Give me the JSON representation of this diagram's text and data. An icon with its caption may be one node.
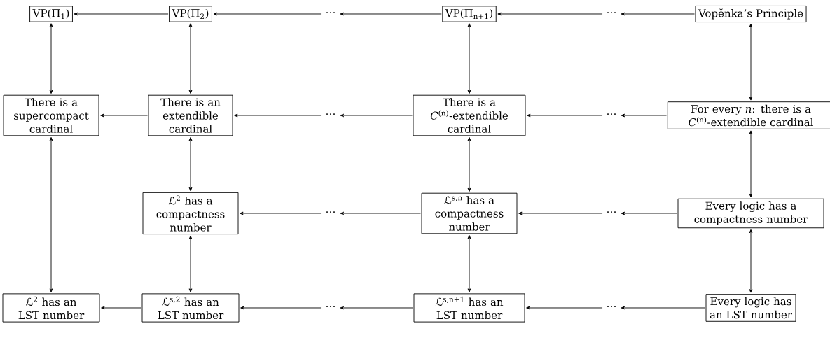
{
  "diagram": {
    "nodes": [
      {
        "text": [
          "VP(Π$_{1}$)"
        ]
      },
      {
        "text": [
          "VP(Π$_{2}$)"
        ]
      },
      {
        "text": [
          "⋯"
        ]
      },
      {
        "text": [
          "VP(Π$_{n+1}$)"
        ]
      },
      {
        "text": [
          "⋯"
        ]
      },
      {
        "text": [
          "Vopěnka’s Principle"
        ]
      },
      {
        "text": [
          "There is a supercompact cardinal"
        ]
      },
      {
        "text": [
          "There is an extendible cardinal"
        ]
      },
      {
        "text": [
          "⋯"
        ]
      },
      {
        "text": [
          "There is a *C*$^{(n)}$-extendible cardinal"
        ]
      },
      {
        "text": [
          "⋯"
        ]
      },
      {
        "text": [
          "For every *n*: there is a *C*$^{(n)}$-extendible cardinal"
        ]
      },
      {
        "text": [
          "ℒ$^{2}$ has a compactness number"
        ]
      },
      {
        "text": [
          "⋯"
        ]
      },
      {
        "text": [
          "ℒ$^{s,n}$ has a compactness number"
        ]
      },
      {
        "text": [
          "⋯"
        ]
      },
      {
        "text": [
          "Every logic has a compactness number"
        ]
      },
      {
        "text": [
          "ℒ$^{2}$ has an LST number"
        ]
      },
      {
        "text": [
          "ℒ$^{s,2}$ has an LST number"
        ]
      },
      {
        "text": [
          "⋯"
        ]
      },
      {
        "text": [
          "ℒ$^{s,n+1}$ has an LST number"
        ]
      },
      {
        "text": [
          "⋯"
        ]
      },
      {
        "text": [
          "Every logic has an LST number"
        ]
      }
    ],
    "edges": [
      {
        "from": 1,
        "to": 0,
        "arrow": "to"
      },
      {
        "from": 2,
        "to": 1,
        "arrow": "to"
      },
      {
        "from": 3,
        "to": 2,
        "arrow": "to"
      },
      {
        "from": 4,
        "to": 3,
        "arrow": "to"
      },
      {
        "from": 5,
        "to": 4,
        "arrow": "to"
      },
      {
        "from": 0,
        "to": 6,
        "arrow": "both"
      },
      {
        "from": 1,
        "to": 7,
        "arrow": "both"
      },
      {
        "from": 3,
        "to": 9,
        "arrow": "both"
      },
      {
        "from": 5,
        "to": 11,
        "arrow": "both"
      },
      {
        "from": 7,
        "to": 6,
        "arrow": "to"
      },
      {
        "from": 8,
        "to": 7,
        "arrow": "to"
      },
      {
        "from": 9,
        "to": 8,
        "arrow": "to"
      },
      {
        "from": 10,
        "to": 9,
        "arrow": "to"
      },
      {
        "from": 11,
        "to": 10,
        "arrow": "to"
      },
      {
        "from": 6,
        "to": 17,
        "arrow": "both"
      },
      {
        "from": 7,
        "to": 12,
        "arrow": "both"
      },
      {
        "from": 9,
        "to": 14,
        "arrow": "both"
      },
      {
        "from": 11,
        "to": 16,
        "arrow": "both"
      },
      {
        "from": 13,
        "to": 12,
        "arrow": "to"
      },
      {
        "from": 14,
        "to": 13,
        "arrow": "to"
      },
      {
        "from": 15,
        "to": 14,
        "arrow": "to"
      },
      {
        "from": 16,
        "to": 15,
        "arrow": "to"
      },
      {
        "from": 12,
        "to": 18,
        "arrow": "both"
      },
      {
        "from": 14,
        "to": 20,
        "arrow": "both"
      },
      {
        "from": 16,
        "to": 22,
        "arrow": "both"
      },
      {
        "from": 18,
        "to": 17,
        "arrow": "to"
      },
      {
        "from": 19,
        "to": 18,
        "arrow": "to"
      },
      {
        "from": 20,
        "to": 19,
        "arrow": "to"
      },
      {
        "from": 21,
        "to": 20,
        "arrow": "to"
      },
      {
        "from": 22,
        "to": 21,
        "arrow": "to"
      }
    ]
  }
}
